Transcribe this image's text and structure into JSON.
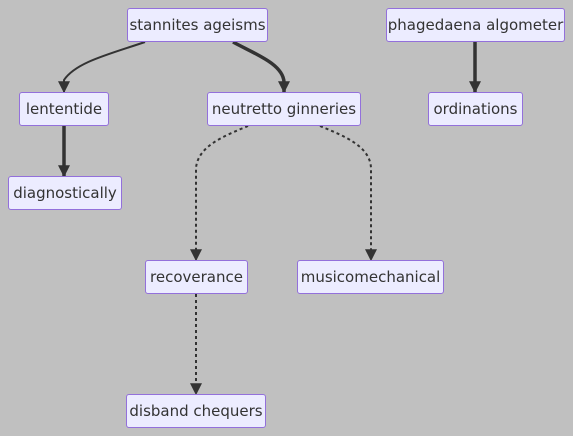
{
  "colors": {
    "background": "#c0c0c0",
    "node_fill": "#ececff",
    "node_border": "#9370db",
    "edge": "#333333",
    "text": "#333333"
  },
  "nodes": {
    "stannites": {
      "label": "stannites ageisms"
    },
    "phagedaena": {
      "label": "phagedaena algometer"
    },
    "lententide": {
      "label": "lententide"
    },
    "neutretto": {
      "label": "neutretto ginneries"
    },
    "ordinations": {
      "label": "ordinations"
    },
    "diagnostically": {
      "label": "diagnostically"
    },
    "recoverance": {
      "label": "recoverance"
    },
    "musicomechanical": {
      "label": "musicomechanical"
    },
    "disband": {
      "label": "disband chequers"
    }
  },
  "edges": [
    {
      "from": "stannites",
      "to": "lententide",
      "style": "normal"
    },
    {
      "from": "stannites",
      "to": "neutretto",
      "style": "thick"
    },
    {
      "from": "phagedaena",
      "to": "ordinations",
      "style": "thick"
    },
    {
      "from": "lententide",
      "to": "diagnostically",
      "style": "thick"
    },
    {
      "from": "neutretto",
      "to": "recoverance",
      "style": "dotted"
    },
    {
      "from": "neutretto",
      "to": "musicomechanical",
      "style": "dotted"
    },
    {
      "from": "recoverance",
      "to": "disband",
      "style": "dotted"
    }
  ]
}
